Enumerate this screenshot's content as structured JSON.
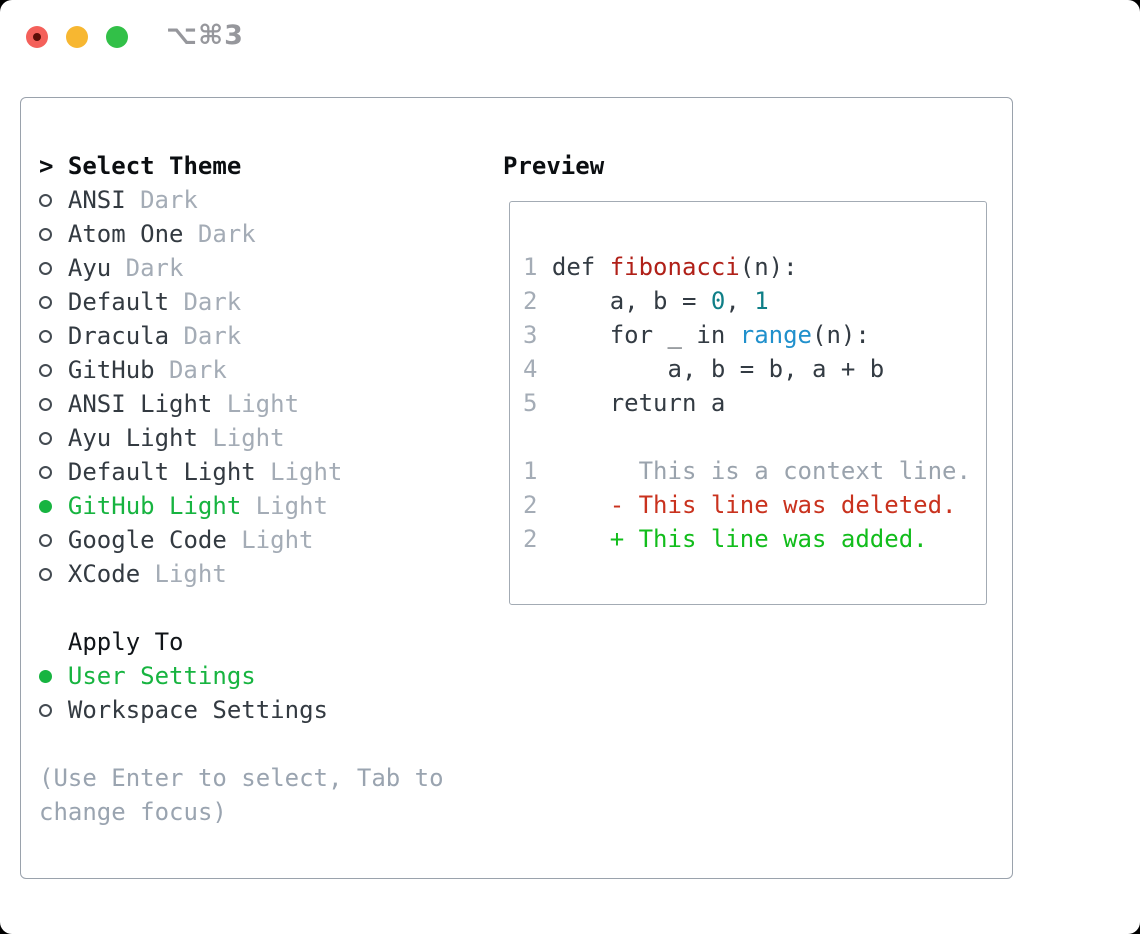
{
  "window": {
    "title": "⌥⌘3",
    "traffic_lights": [
      {
        "name": "close-button",
        "color": "#f4605a",
        "has_inner_dot": true,
        "inner_dot_color": "#5d0e08"
      },
      {
        "name": "minimize-button",
        "color": "#f7b731",
        "has_inner_dot": false
      },
      {
        "name": "zoom-button",
        "color": "#32c048",
        "has_inner_dot": false
      }
    ]
  },
  "colors": {
    "selection_green": "#17b440",
    "added_green": "#12bd1c",
    "deleted_red": "#c9321e",
    "function_red": "#b02018",
    "number_teal": "#0f7f87",
    "builtin_blue": "#2090cc",
    "muted_gray": "#a4acb6",
    "help_gray": "#9aa4b0",
    "text_dark": "#333a41",
    "border_gray": "#9aa2ac"
  },
  "theme_picker": {
    "heading": "Select Theme",
    "focus_cursor": ">",
    "icons": {
      "unselected": "circle-outline",
      "selected": "filled-circle"
    },
    "items": [
      {
        "name": "ANSI",
        "variant": "Dark",
        "selected": false
      },
      {
        "name": "Atom One",
        "variant": "Dark",
        "selected": false
      },
      {
        "name": "Ayu",
        "variant": "Dark",
        "selected": false
      },
      {
        "name": "Default",
        "variant": "Dark",
        "selected": false
      },
      {
        "name": "Dracula",
        "variant": "Dark",
        "selected": false
      },
      {
        "name": "GitHub",
        "variant": "Dark",
        "selected": false
      },
      {
        "name": "ANSI Light",
        "variant": "Light",
        "selected": false
      },
      {
        "name": "Ayu Light",
        "variant": "Light",
        "selected": false
      },
      {
        "name": "Default Light",
        "variant": "Light",
        "selected": false
      },
      {
        "name": "GitHub Light",
        "variant": "Light",
        "selected": true
      },
      {
        "name": "Google Code",
        "variant": "Light",
        "selected": false
      },
      {
        "name": "XCode",
        "variant": "Light",
        "selected": false
      }
    ],
    "apply_heading": "Apply To",
    "apply_items": [
      {
        "name": "User Settings",
        "selected": true
      },
      {
        "name": "Workspace Settings",
        "selected": false
      }
    ],
    "help_lines": [
      "(Use Enter to select, Tab to",
      "change focus)"
    ]
  },
  "preview": {
    "heading": "Preview",
    "lines": [
      {
        "no": "1",
        "segs": [
          {
            "t": "def ",
            "c": "code"
          },
          {
            "t": "fibonacci",
            "c": "fn"
          },
          {
            "t": "(n):",
            "c": "code"
          }
        ]
      },
      {
        "no": "2",
        "segs": [
          {
            "t": "    a, b = ",
            "c": "code"
          },
          {
            "t": "0",
            "c": "num"
          },
          {
            "t": ", ",
            "c": "code"
          },
          {
            "t": "1",
            "c": "num"
          }
        ]
      },
      {
        "no": "3",
        "segs": [
          {
            "t": "    for _ in ",
            "c": "code"
          },
          {
            "t": "range",
            "c": "blt"
          },
          {
            "t": "(n):",
            "c": "code"
          }
        ]
      },
      {
        "no": "4",
        "segs": [
          {
            "t": "        a, b = b, a + b",
            "c": "code"
          }
        ]
      },
      {
        "no": "5",
        "segs": [
          {
            "t": "    return a",
            "c": "code"
          }
        ]
      },
      {
        "no": "",
        "segs": []
      },
      {
        "no": "1",
        "segs": [
          {
            "t": "      This is a context line.",
            "c": "ctx"
          }
        ]
      },
      {
        "no": "2",
        "segs": [
          {
            "t": "    - This line was deleted.",
            "c": "del"
          }
        ]
      },
      {
        "no": "2",
        "segs": [
          {
            "t": "    + This line was added.",
            "c": "add"
          }
        ]
      }
    ]
  }
}
